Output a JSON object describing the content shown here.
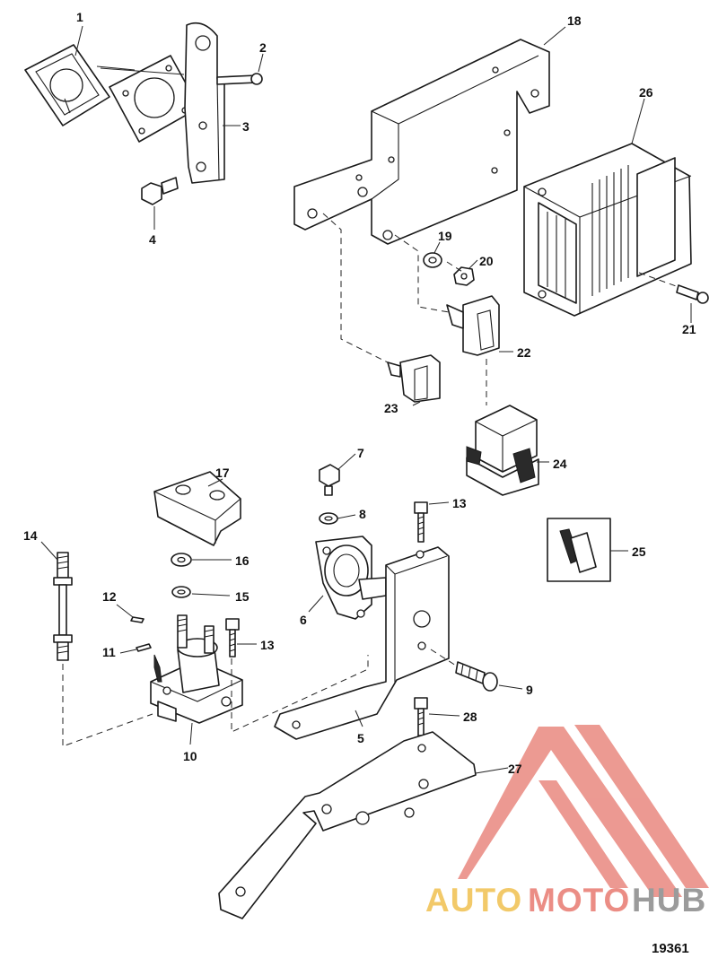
{
  "figure_number": "19361",
  "callouts": [
    "1",
    "2",
    "3",
    "4",
    "5",
    "6",
    "7",
    "8",
    "9",
    "10",
    "11",
    "12",
    "13",
    "13",
    "14",
    "15",
    "16",
    "17",
    "18",
    "19",
    "20",
    "21",
    "22",
    "23",
    "24",
    "25",
    "26",
    "27",
    "28"
  ],
  "watermark": {
    "part1": "AUTO",
    "part2": "MOTO",
    "part3": "HUB",
    "colors": {
      "auto": "#f0c050",
      "moto": "#e87a70",
      "hub": "#8a8a8a",
      "triangle": "#e9887f"
    }
  }
}
